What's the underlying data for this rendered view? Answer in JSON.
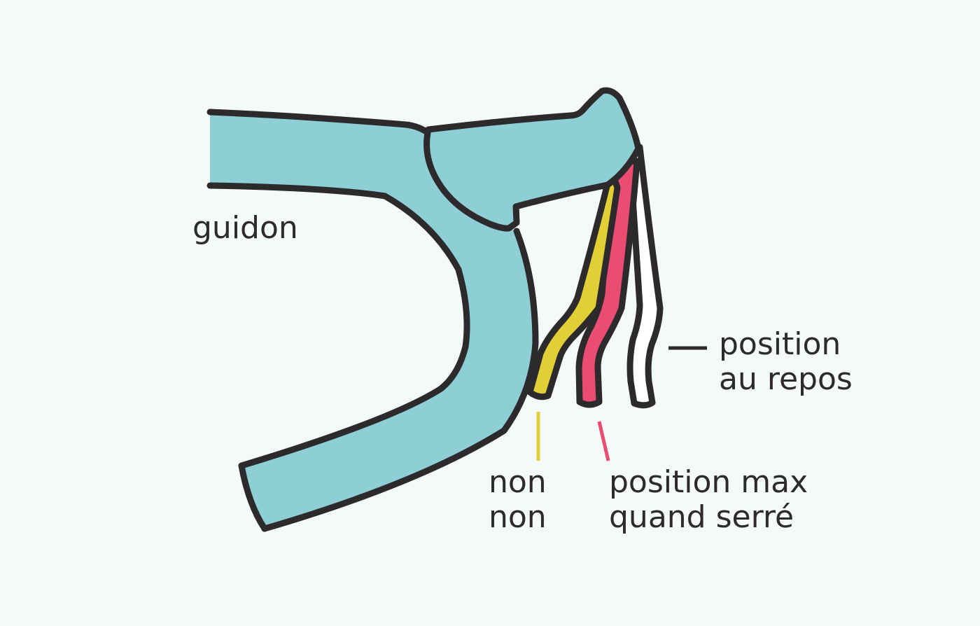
{
  "labels": {
    "handlebar": "guidon",
    "rest_line1": "position",
    "rest_line2": "au repos",
    "wrong_line1": "non",
    "wrong_line2": "non",
    "max_line1": "position max",
    "max_line2": "quand serré"
  },
  "colors": {
    "background": "#f4f9fa",
    "body": "#8ecfd5",
    "outline": "#2d2a2e",
    "lever_wrong": "#e1cf35",
    "lever_max": "#ea4c72",
    "lever_rest": "#ffffff",
    "text": "#2d2a2e"
  }
}
